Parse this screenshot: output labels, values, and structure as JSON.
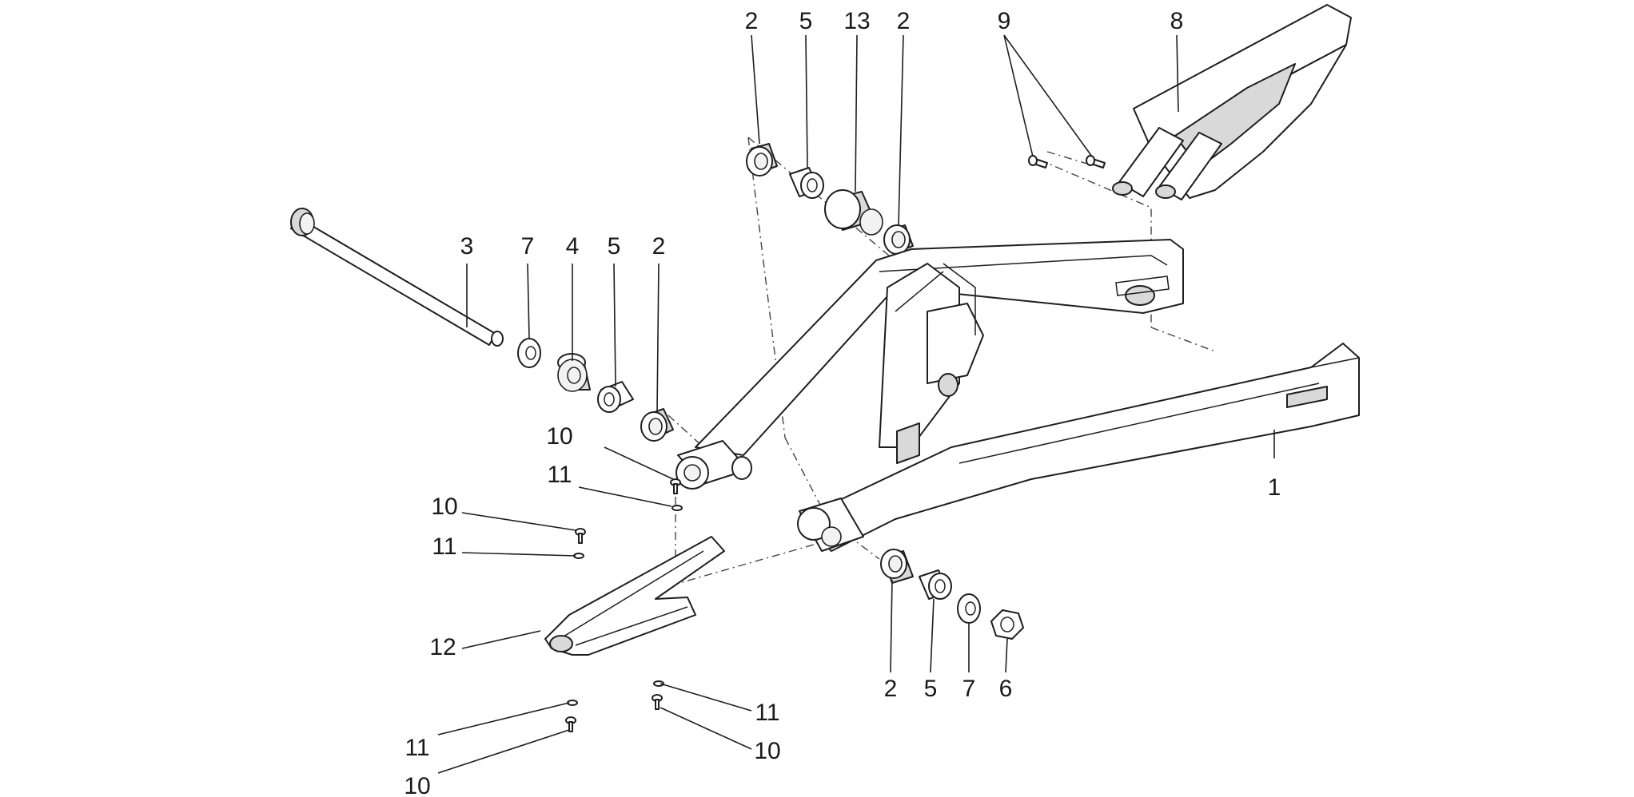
{
  "diagram": {
    "callouts": {
      "swingarm": "1",
      "bearing_top_left": "2",
      "spacer_top_left": "5",
      "bushing_top": "13",
      "bearing_top_right": "2",
      "screws": "9",
      "chain_guard": "8",
      "pivot_axle": "3",
      "washer_left": "7",
      "bushing_left": "4",
      "spacer_left": "5",
      "bearing_left": "2",
      "screw_a": "10",
      "washer_a": "11",
      "screw_b": "10",
      "washer_b": "11",
      "chain_slider": "12",
      "washer_c": "11",
      "screw_c": "10",
      "washer_d": "11",
      "screw_d": "10",
      "bearing_bottom": "2",
      "spacer_bottom": "5",
      "washer_bottom": "7",
      "nut_bottom": "6"
    }
  }
}
